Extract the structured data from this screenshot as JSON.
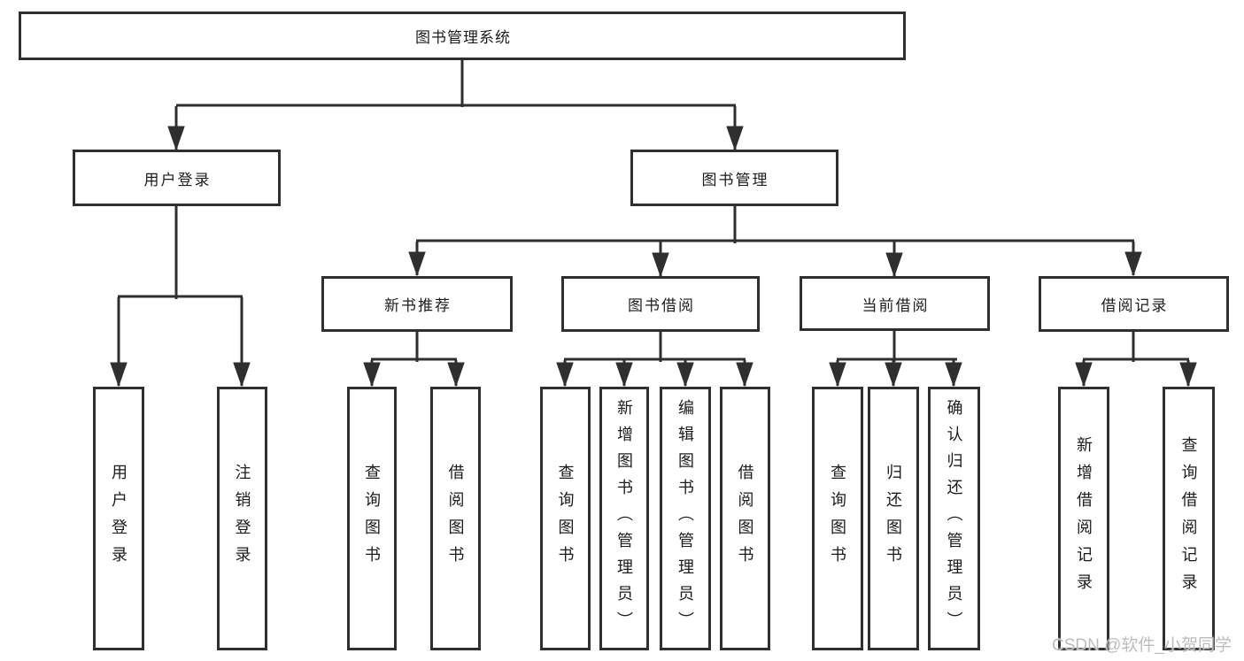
{
  "diagram": {
    "type": "hierarchy-tree",
    "colors": {
      "line": "#2f2f2f",
      "box_border": "#2f2f2f",
      "box_fill": "#ffffff",
      "text": "#1c1c1c",
      "background": "#ffffff",
      "watermark": "#bdbdbd"
    },
    "tree": {
      "root": {
        "label": "图书管理系统"
      },
      "children": [
        {
          "label": "用户登录",
          "children": [
            {
              "label": "用户登录"
            },
            {
              "label": "注销登录"
            }
          ]
        },
        {
          "label": "图书管理",
          "children": [
            {
              "label": "新书推荐",
              "children": [
                {
                  "label": "查询图书"
                },
                {
                  "label": "借阅图书"
                }
              ]
            },
            {
              "label": "图书借阅",
              "children": [
                {
                  "label": "查询图书"
                },
                {
                  "label": "新增图书（管理员）"
                },
                {
                  "label": "编辑图书（管理员）"
                },
                {
                  "label": "借阅图书"
                }
              ]
            },
            {
              "label": "当前借阅",
              "children": [
                {
                  "label": "查询图书"
                },
                {
                  "label": "归还图书"
                },
                {
                  "label": "确认归还（管理员）"
                }
              ]
            },
            {
              "label": "借阅记录",
              "children": [
                {
                  "label": "新增借阅记录"
                },
                {
                  "label": "查询借阅记录"
                }
              ]
            }
          ]
        }
      ]
    },
    "watermark": {
      "text": "CSDN @软件_小贺同学"
    }
  }
}
